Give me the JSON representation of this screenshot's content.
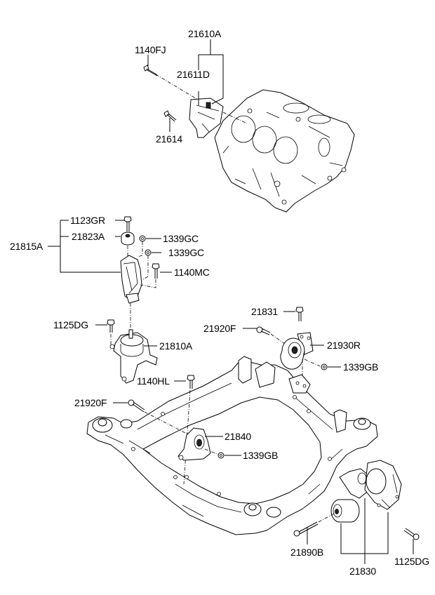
{
  "diagram": {
    "type": "exploded parts diagram",
    "subject": "Engine mounting — engine block, mounts and front subframe",
    "labels": {
      "p21610A": "21610A",
      "p1140FJ": "1140FJ",
      "p21611D": "21611D",
      "p21614": "21614",
      "p1123GR": "1123GR",
      "p21823A": "21823A",
      "p21815A": "21815A",
      "p1339GC_a": "1339GC",
      "p1339GC_b": "1339GC",
      "p1140MC": "1140MC",
      "p21831": "21831",
      "p21920F_a": "21920F",
      "p1125DG_a": "1125DG",
      "p21810A": "21810A",
      "p21930R": "21930R",
      "p1339GB_a": "1339GB",
      "p1140HL": "1140HL",
      "p21920F_b": "21920F",
      "p21840": "21840",
      "p1339GB_b": "1339GB",
      "p21890B": "21890B",
      "p21830": "21830",
      "p1125DG_b": "1125DG"
    }
  }
}
